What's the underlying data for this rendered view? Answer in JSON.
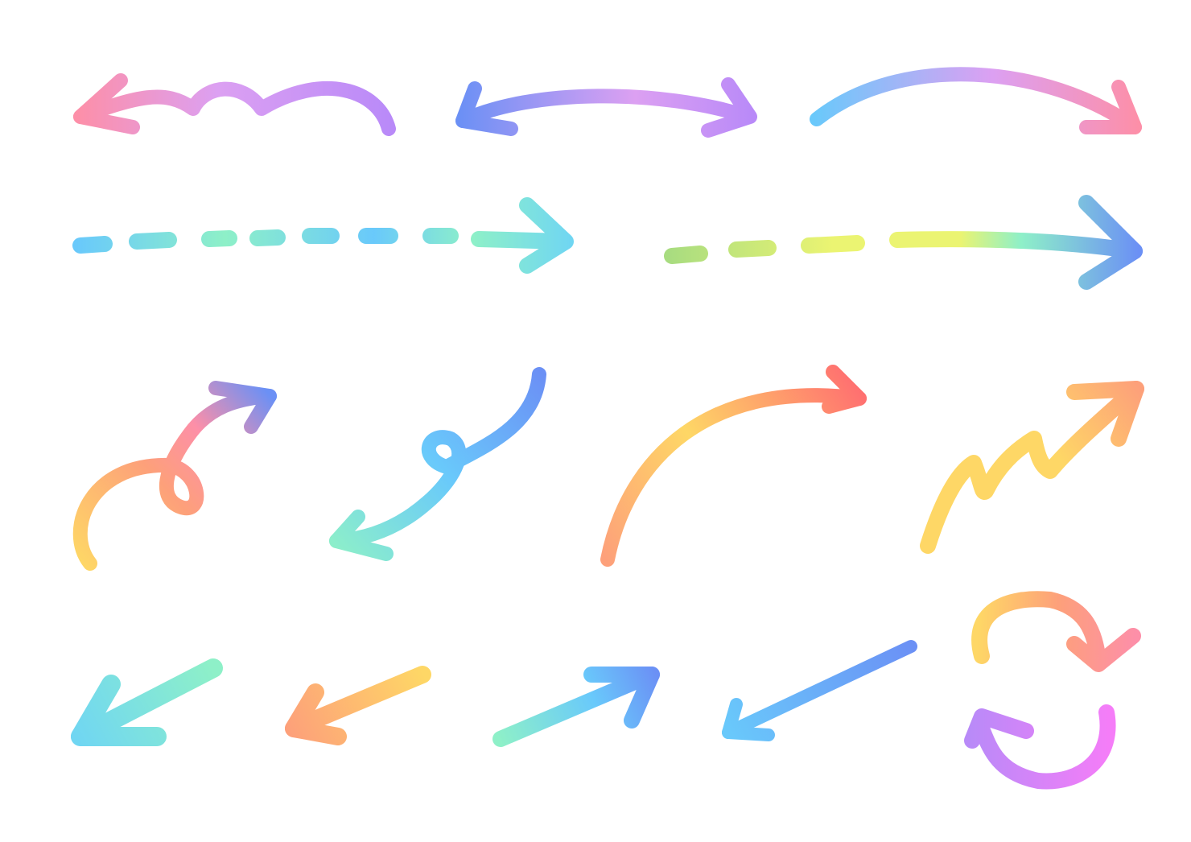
{
  "title": "",
  "palette": {
    "pink": "#fd8fa8",
    "lilac": "#dca0f2",
    "purple": "#b98af8",
    "blue": "#6b90f5",
    "sky": "#69c9fb",
    "cyan": "#70d6f2",
    "mint": "#8ef0c8",
    "green": "#a8dc80",
    "yellow": "#ebf472",
    "gold": "#fed766",
    "orange": "#fda07a",
    "coral": "#ff7070",
    "magenta": "#f57df8"
  },
  "arrows": [
    {
      "name": "wavy-left-arrow-icon",
      "direction": "left",
      "colors": [
        "pink",
        "lilac",
        "purple"
      ]
    },
    {
      "name": "double-headed-arrow-icon",
      "direction": "both",
      "colors": [
        "blue",
        "lilac",
        "purple"
      ]
    },
    {
      "name": "curved-right-arrow-icon",
      "direction": "right",
      "colors": [
        "sky",
        "lilac",
        "pink"
      ]
    },
    {
      "name": "dashed-right-arrow-icon",
      "direction": "right",
      "colors": [
        "sky",
        "mint",
        "cyan"
      ]
    },
    {
      "name": "dashed-long-right-arrow-icon",
      "direction": "right",
      "colors": [
        "green",
        "yellow",
        "blue"
      ]
    },
    {
      "name": "loop-up-right-arrow-icon",
      "direction": "up-right",
      "colors": [
        "gold",
        "pink",
        "blue"
      ]
    },
    {
      "name": "loop-down-left-arrow-icon",
      "direction": "down-left",
      "colors": [
        "blue",
        "sky",
        "mint"
      ]
    },
    {
      "name": "arc-right-arrow-icon",
      "direction": "right",
      "colors": [
        "orange",
        "gold",
        "coral"
      ]
    },
    {
      "name": "zigzag-up-right-arrow-icon",
      "direction": "up-right",
      "colors": [
        "gold",
        "orange"
      ]
    },
    {
      "name": "down-left-arrow-icon",
      "direction": "down-left",
      "colors": [
        "mint",
        "cyan"
      ]
    },
    {
      "name": "short-down-left-arrow-icon",
      "direction": "down-left",
      "colors": [
        "gold",
        "orange"
      ]
    },
    {
      "name": "up-right-arrow-icon",
      "direction": "up-right",
      "colors": [
        "mint",
        "blue"
      ]
    },
    {
      "name": "long-down-left-arrow-icon",
      "direction": "down-left",
      "colors": [
        "blue",
        "sky"
      ]
    },
    {
      "name": "cycle-arrows-icon",
      "direction": "cycle",
      "colors": [
        "gold",
        "pink",
        "purple",
        "magenta"
      ]
    }
  ]
}
